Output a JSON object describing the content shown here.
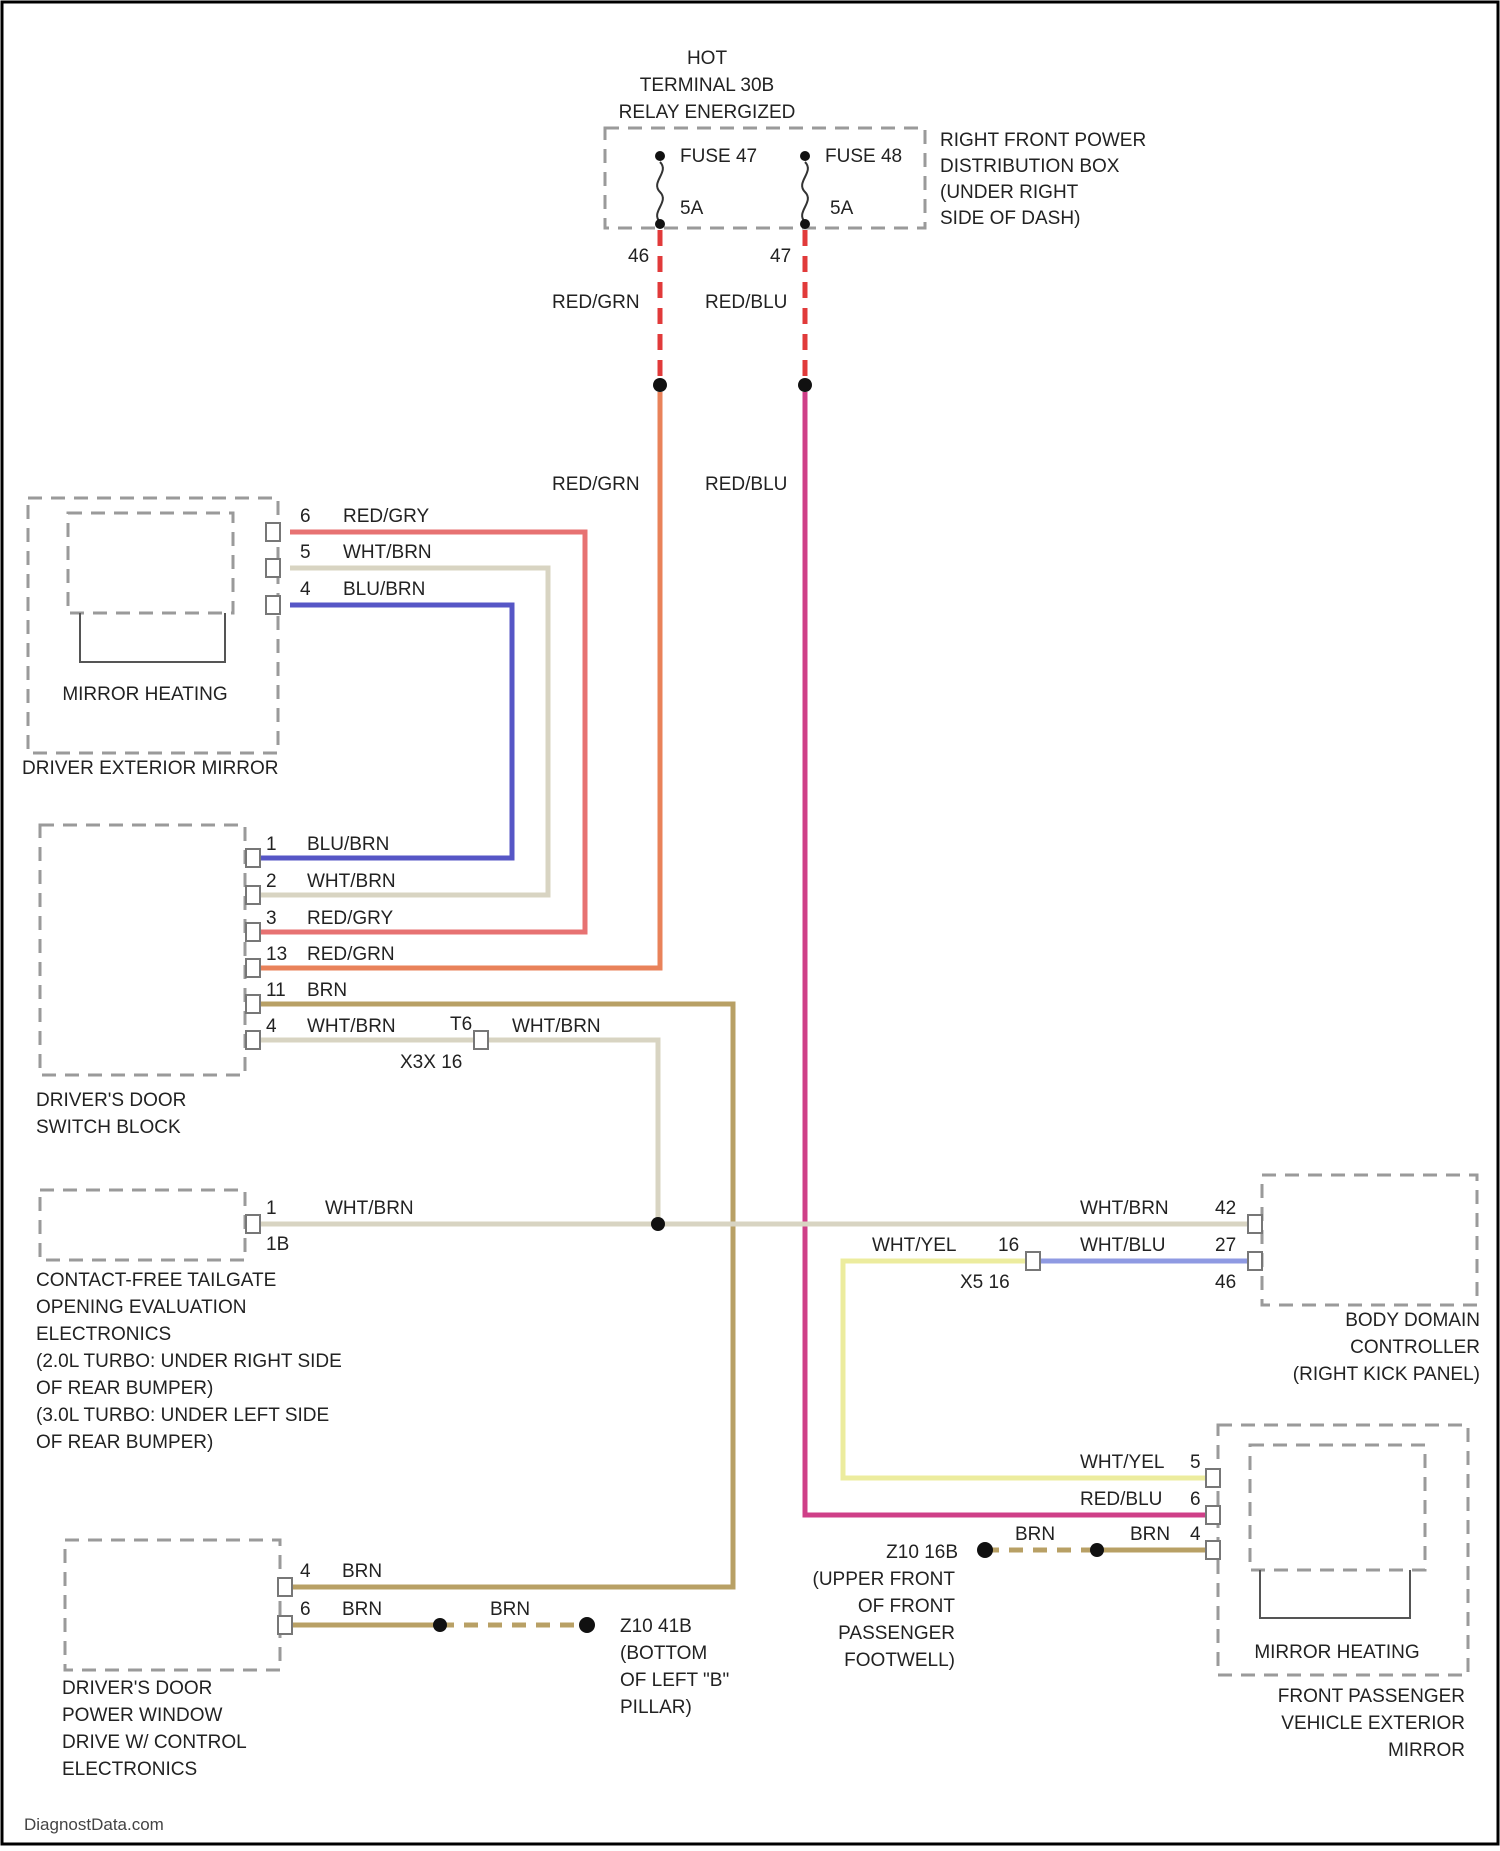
{
  "diagram": {
    "hot_label": [
      "HOT",
      "TERMINAL 30B",
      "RELAY ENERGIZED"
    ],
    "fuse_box": {
      "label": [
        "RIGHT FRONT POWER",
        "DISTRIBUTION BOX",
        "(UNDER RIGHT",
        "SIDE OF DASH)"
      ],
      "fuse1": {
        "name": "FUSE 47",
        "rating": "5A",
        "pin": "46"
      },
      "fuse2": {
        "name": "FUSE 48",
        "rating": "5A",
        "pin": "47"
      }
    },
    "wires": {
      "red_grn": "RED/GRN",
      "red_blu": "RED/BLU",
      "red_gry": "RED/GRY",
      "wht_brn": "WHT/BRN",
      "blu_brn": "BLU/BRN",
      "brn": "BRN",
      "wht_yel": "WHT/YEL",
      "wht_blu": "WHT/BLU"
    },
    "driver_mirror": {
      "inner_label": "MIRROR HEATING",
      "label": "DRIVER EXTERIOR MIRROR",
      "pins": [
        "6",
        "5",
        "4"
      ]
    },
    "switch_block": {
      "label": [
        "DRIVER'S DOOR",
        "SWITCH BLOCK"
      ],
      "pins": [
        "1",
        "2",
        "3",
        "13",
        "11",
        "4"
      ]
    },
    "inline_connector_1": {
      "pin": "T6",
      "name": "X3X 16"
    },
    "tailgate": {
      "label": [
        "CONTACT-FREE TAILGATE",
        "OPENING EVALUATION",
        "ELECTRONICS",
        "(2.0L TURBO: UNDER RIGHT SIDE",
        "OF REAR BUMPER)",
        "(3.0L TURBO: UNDER LEFT SIDE",
        "OF REAR BUMPER)"
      ],
      "pin": "1",
      "connector": "1B"
    },
    "body_domain": {
      "label": [
        "BODY DOMAIN",
        "CONTROLLER",
        "(RIGHT KICK PANEL)"
      ],
      "pins": [
        "42",
        "27",
        "46"
      ]
    },
    "inline_connector_2": {
      "pin": "16",
      "name": "X5 16"
    },
    "passenger_mirror": {
      "inner_label": "MIRROR HEATING",
      "label": [
        "FRONT PASSENGER",
        "VEHICLE EXTERIOR",
        "MIRROR"
      ],
      "pins": [
        "5",
        "6",
        "4"
      ]
    },
    "ground_1": {
      "label": [
        "Z10 16B",
        "(UPPER FRONT",
        "OF FRONT",
        "PASSENGER",
        "FOOTWELL)"
      ]
    },
    "power_window": {
      "label": [
        "DRIVER'S DOOR",
        "POWER WINDOW",
        "DRIVE W/ CONTROL",
        "ELECTRONICS"
      ],
      "pins": [
        "4",
        "6"
      ]
    },
    "ground_2": {
      "label": [
        "Z10 41B",
        "(BOTTOM",
        "OF LEFT \"B\"",
        "PILLAR)"
      ]
    },
    "watermark": "DiagnostData.com"
  },
  "colors": {
    "red_grn": "#e9825a",
    "red_blu": "#cf3f88",
    "red_gry": "#e77272",
    "wht_brn": "#d8d4c2",
    "blu_brn": "#5656c6",
    "brn": "#b8a065",
    "wht_yel": "#ecec9e",
    "wht_blu": "#8f9ae2",
    "fuse_dash": "#e13a3a"
  }
}
